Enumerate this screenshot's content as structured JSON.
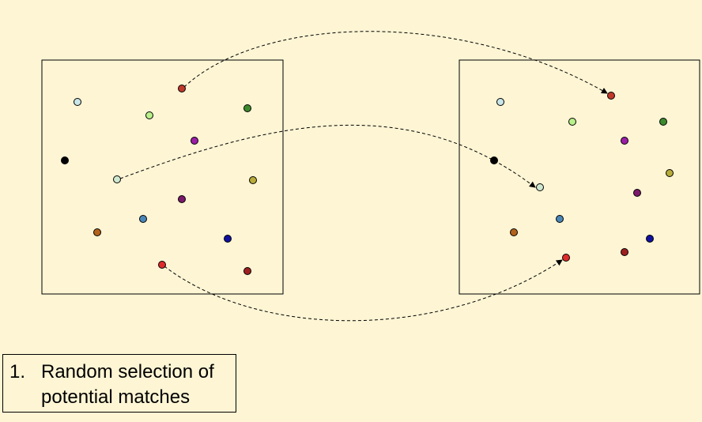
{
  "caption": {
    "number": "1.",
    "line1": "Random selection of",
    "line2": "potential matches"
  },
  "colors": {
    "background": "#fdf5d4",
    "frame_stroke": "#000000",
    "arrow_stroke": "#000000"
  },
  "left_points": [
    {
      "id": "light-blue",
      "color": "#c9e6e8"
    },
    {
      "id": "red-top",
      "color": "#c0392b"
    },
    {
      "id": "light-green",
      "color": "#b8f08a"
    },
    {
      "id": "green",
      "color": "#3c8a2e"
    },
    {
      "id": "purple",
      "color": "#9b1fa6"
    },
    {
      "id": "black",
      "color": "#000000"
    },
    {
      "id": "pale-green",
      "color": "#cfe8d0"
    },
    {
      "id": "olive",
      "color": "#b7ab3a"
    },
    {
      "id": "plum",
      "color": "#7a1a6b"
    },
    {
      "id": "steel-blue",
      "color": "#4a86b8"
    },
    {
      "id": "brown",
      "color": "#b3621c"
    },
    {
      "id": "navy",
      "color": "#1010a0"
    },
    {
      "id": "red-bottom",
      "color": "#e02a2a"
    },
    {
      "id": "dark-red",
      "color": "#9e1f1f"
    }
  ],
  "right_points": [
    {
      "id": "light-blue",
      "color": "#c9e6e8"
    },
    {
      "id": "red-top",
      "color": "#c0392b"
    },
    {
      "id": "light-green",
      "color": "#b8f08a"
    },
    {
      "id": "green",
      "color": "#3c8a2e"
    },
    {
      "id": "purple",
      "color": "#9b1fa6"
    },
    {
      "id": "black",
      "color": "#000000"
    },
    {
      "id": "pale-green",
      "color": "#cfe8d0"
    },
    {
      "id": "olive",
      "color": "#b7ab3a"
    },
    {
      "id": "plum",
      "color": "#7a1a6b"
    },
    {
      "id": "steel-blue",
      "color": "#4a86b8"
    },
    {
      "id": "brown",
      "color": "#b3621c"
    },
    {
      "id": "navy",
      "color": "#1010a0"
    },
    {
      "id": "red-bottom",
      "color": "#e02a2a"
    },
    {
      "id": "dark-red",
      "color": "#9e1f1f"
    }
  ],
  "matches": [
    {
      "from": "red-top",
      "to": "red-top"
    },
    {
      "from": "pale-green",
      "to": "pale-green"
    },
    {
      "from": "red-bottom",
      "to": "red-bottom"
    }
  ]
}
